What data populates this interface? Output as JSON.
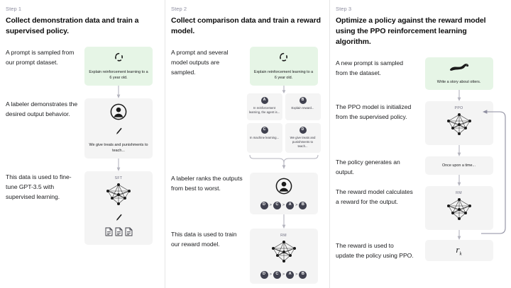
{
  "title": "RLHF three-step training diagram",
  "colors": {
    "background": "#ffffff",
    "card_gray": "#f4f4f4",
    "card_green": "#e6f5e6",
    "text": "#202123",
    "muted": "#8e8ea0",
    "divider": "#e6e6e6",
    "badge": "#40414f"
  },
  "steps": [
    {
      "label": "Step 1",
      "title": "Collect demonstration data and train a supervised policy.",
      "rows": [
        {
          "caption": "A prompt is sampled from our prompt dataset.",
          "card": {
            "kind": "green",
            "icon": "recycle-arrows-icon",
            "text": "Explain reinforcement learning to a 6 year old."
          }
        },
        {
          "caption": "A labeler demonstrates the desired output behavior.",
          "card": {
            "kind": "gray",
            "icon": "labeler-person-icon",
            "sub_icon": "pen-icon",
            "text": "We give treats and punishments to teach..."
          }
        },
        {
          "caption": "This data is used to fine-tune GPT-3.5 with supervised learning.",
          "card": {
            "kind": "gray",
            "title": "SFT",
            "icon": "neural-network-icon",
            "sub_icon": "pen-icon",
            "docs_icon": "document-icon"
          }
        }
      ]
    },
    {
      "label": "Step 2",
      "title": "Collect comparison data and train a reward model.",
      "rows": [
        {
          "caption": "A prompt and several model outputs are sampled.",
          "card": {
            "kind": "green",
            "icon": "recycle-arrows-icon",
            "text": "Explain reinforcement learning to a 6 year old."
          },
          "outputs": [
            {
              "badge": "A",
              "text": "In reinforcement learning, the agent is..."
            },
            {
              "badge": "B",
              "text": "Explain reward..."
            },
            {
              "badge": "C",
              "text": "In machine learning..."
            },
            {
              "badge": "D",
              "text": "We give treats and punishments to teach..."
            }
          ]
        },
        {
          "caption": "A labeler ranks the outputs from best to worst.",
          "card": {
            "kind": "gray",
            "icon": "labeler-person-icon"
          },
          "ranking": [
            "D",
            "C",
            "A",
            "B"
          ]
        },
        {
          "caption": "This data is used to train our reward model.",
          "card": {
            "kind": "gray",
            "title": "RM",
            "icon": "neural-network-icon"
          },
          "ranking": [
            "D",
            "C",
            "A",
            "B"
          ]
        }
      ]
    },
    {
      "label": "Step 3",
      "title": "Optimize a policy against the reward model using the PPO reinforcement learning algorithm.",
      "rows": [
        {
          "caption": "A new prompt is sampled from the dataset.",
          "card": {
            "kind": "green",
            "icon": "otter-icon",
            "text": "Write a story about otters."
          }
        },
        {
          "caption": "The PPO model is initialized from the supervised policy.",
          "card": {
            "kind": "gray",
            "title": "PPO",
            "icon": "neural-network-icon"
          }
        },
        {
          "caption": "The policy generates an output.",
          "card": {
            "kind": "gray",
            "text": "Once upon a time..."
          }
        },
        {
          "caption": "The reward model calculates a reward for the output.",
          "card": {
            "kind": "gray",
            "title": "RM",
            "icon": "neural-network-icon"
          }
        },
        {
          "caption": "The reward is used to update the policy using PPO.",
          "card": {
            "kind": "gray",
            "formula": "r",
            "formula_sub": "k"
          }
        }
      ],
      "feedback_arrow": "update-loop-arrow"
    }
  ]
}
